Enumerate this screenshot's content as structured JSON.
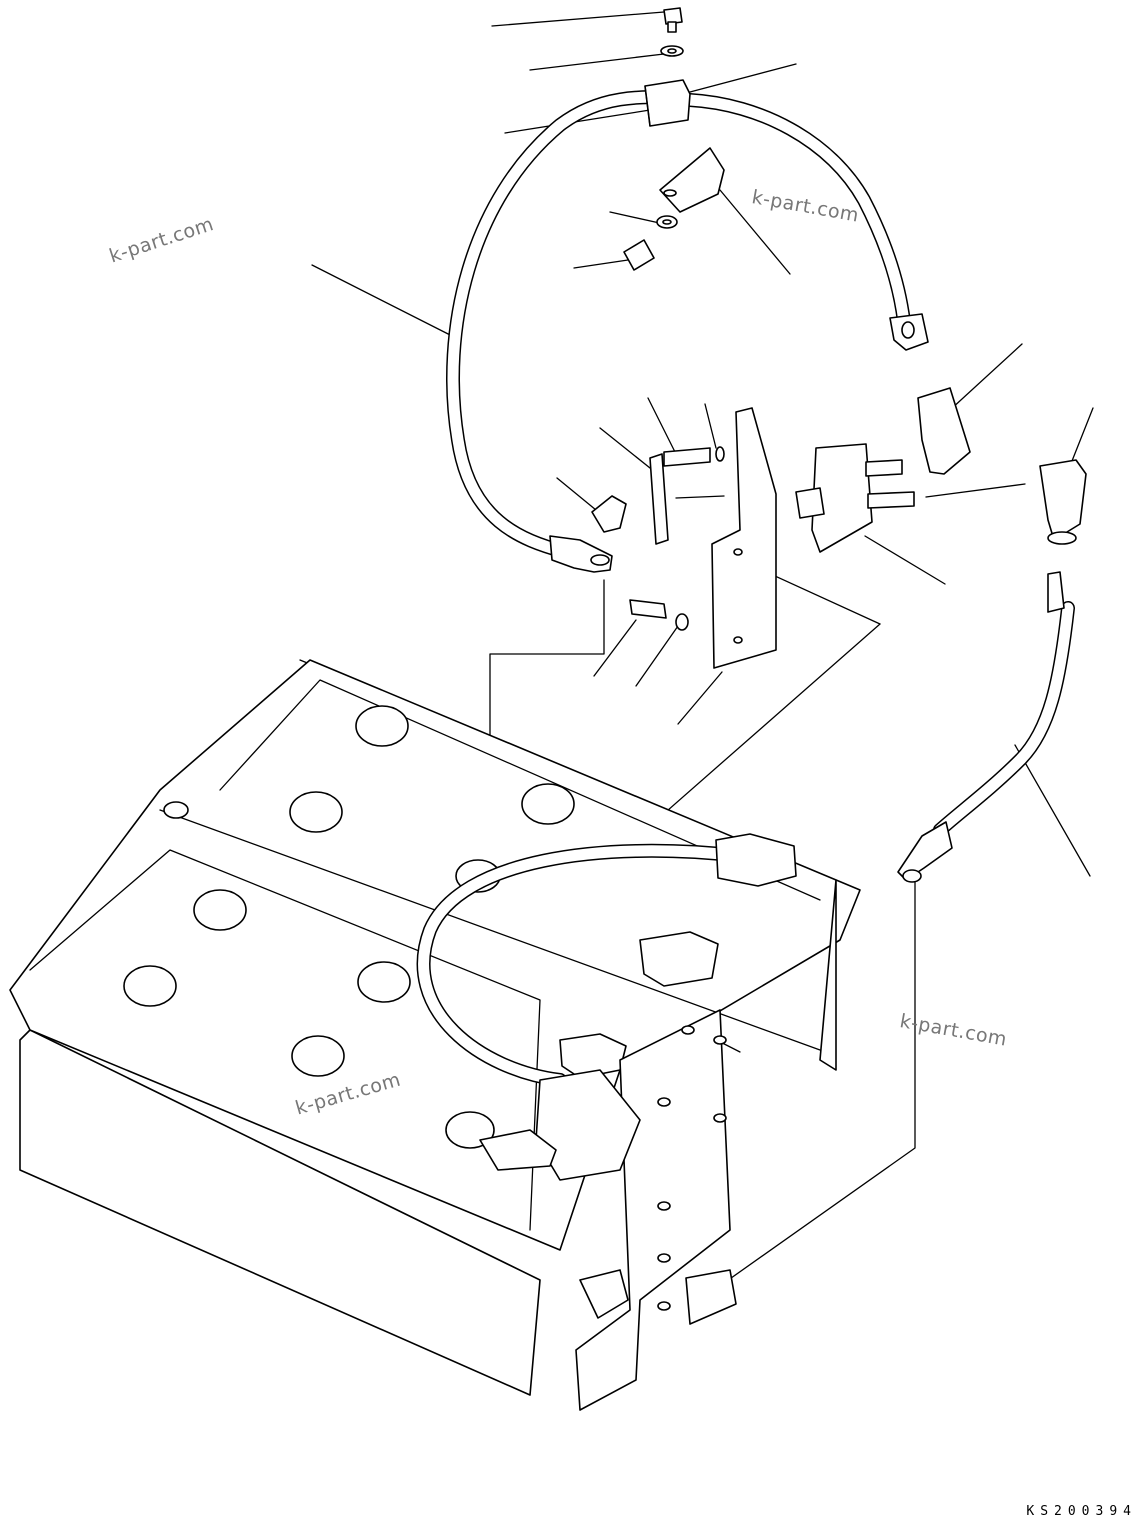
{
  "watermarks": [
    "k-part.com",
    "k-part.com",
    "k-part.com",
    "k-part.com"
  ],
  "drawing_code": "KS200394"
}
